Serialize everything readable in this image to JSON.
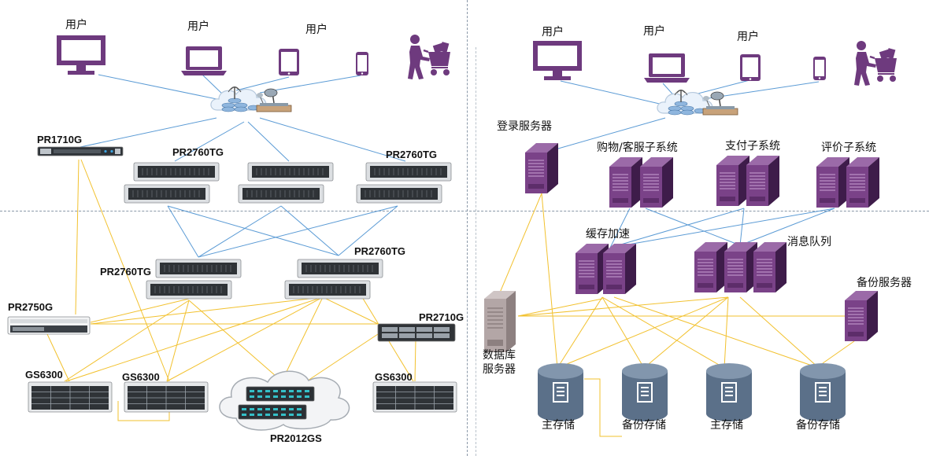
{
  "left": {
    "user_labels": [
      "用户",
      "用户",
      "用户"
    ],
    "servers": {
      "pr1710g": "PR1710G",
      "pr2760tg_1": "PR2760TG",
      "pr2760tg_2": "PR2760TG",
      "pr2760tg_3": "PR2760TG",
      "pr2760tg_4": "PR2760TG",
      "pr2750g": "PR2750G",
      "pr2710g": "PR2710G",
      "gs6300_1": "GS6300",
      "gs6300_2": "GS6300",
      "gs6300_3": "GS6300",
      "pr2012gs": "PR2012GS"
    }
  },
  "right": {
    "user_labels": [
      "用户",
      "用户",
      "用户"
    ],
    "login_server": "登录服务器",
    "shop_service": "购物/客服子系统",
    "payment": "支付子系统",
    "review": "评价子系统",
    "cache": "缓存加速",
    "mq": "消息队列",
    "backup_server": "备份服务器",
    "db_server_line1": "数据库",
    "db_server_line2": "服务器",
    "storage": [
      "主存储",
      "备份存储",
      "主存储",
      "备份存储"
    ]
  },
  "colors": {
    "purple": "#6e3a7e",
    "blue_line": "#5b9bd5",
    "yellow_line": "#f2c12e",
    "disk": "#5b7089"
  }
}
